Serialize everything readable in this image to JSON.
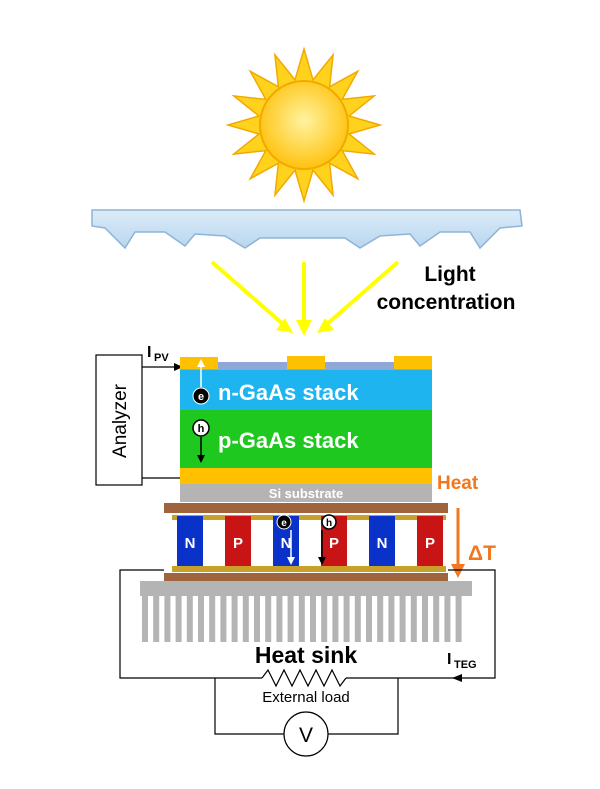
{
  "labels": {
    "light_concentration_line1": "Light",
    "light_concentration_line2": "concentration",
    "i_pv_main": "I",
    "i_pv_sub": "PV",
    "analyzer": "Analyzer",
    "electron": "e",
    "hole": "h",
    "n_gaas_stack": "n-GaAs stack",
    "p_gaas_stack": "p-GaAs stack",
    "heat": "Heat",
    "si_substrate": "Si substrate",
    "delta_t": "ΔT",
    "n_leg": "N",
    "p_leg": "P",
    "heat_sink": "Heat sink",
    "i_teg_main": "I",
    "i_teg_sub": "TEG",
    "external_load": "External load",
    "voltmeter": "V"
  },
  "thermoelectric_legs": [
    "N",
    "P",
    "N",
    "P",
    "N",
    "P"
  ],
  "colors": {
    "sun_fill": "#ffc20e",
    "sun_outline": "#f2a900",
    "lens_fill": "#c7e0f4",
    "light_arrow": "#ffff00",
    "contact_gold": "#ffc000",
    "n_gaas": "#1eb4f0",
    "p_gaas": "#1ec81e",
    "heat_label": "#f07820",
    "si_substrate": "#b4b4b4",
    "ceramic_plate": "#a0643c",
    "n_leg": "#0a32c8",
    "p_leg": "#c81414",
    "heat_sink": "#b4b4b4"
  }
}
